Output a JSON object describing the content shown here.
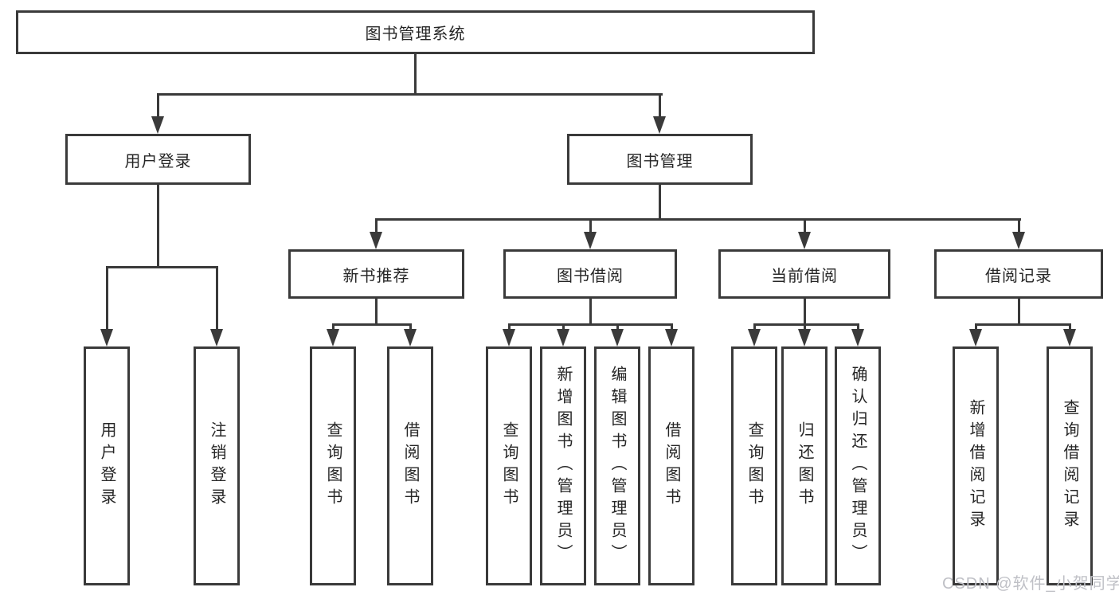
{
  "diagram": {
    "root": {
      "label": "图书管理系统"
    },
    "level1": {
      "user_login": {
        "label": "用户登录"
      },
      "book_mgmt": {
        "label": "图书管理"
      }
    },
    "level2": {
      "new_book_rec": {
        "label": "新书推荐"
      },
      "book_borrow": {
        "label": "图书借阅"
      },
      "current_borrow": {
        "label": "当前借阅"
      },
      "borrow_records": {
        "label": "借阅记录"
      }
    },
    "leaves": {
      "user_login_leaf": {
        "label": "用户登录"
      },
      "logout": {
        "label": "注销登录"
      },
      "query_books_rec": {
        "label": "查询图书"
      },
      "borrow_books_rec": {
        "label": "借阅图书"
      },
      "query_books_borrow": {
        "label": "查询图书"
      },
      "add_books_admin": {
        "label": "新增图书（管理员）"
      },
      "edit_books_admin": {
        "label": "编辑图书（管理员）"
      },
      "borrow_books_leaf": {
        "label": "借阅图书"
      },
      "query_books_current": {
        "label": "查询图书"
      },
      "return_books": {
        "label": "归还图书"
      },
      "confirm_return_admin": {
        "label": "确认归还（管理员）"
      },
      "add_borrow_record": {
        "label": "新增借阅记录"
      },
      "query_borrow_record": {
        "label": "查询借阅记录"
      }
    },
    "colors": {
      "line": "#3a3a3a",
      "text": "#262626",
      "background": "#ffffff",
      "watermark_text": "#bfc0c6"
    }
  },
  "watermark": {
    "label": "CSDN @软件_小贺同学"
  }
}
